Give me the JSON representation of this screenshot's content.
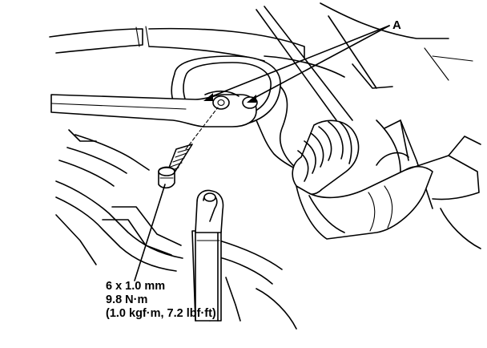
{
  "callout_label": "A",
  "fastener_spec": {
    "size": "6 x 1.0 mm",
    "torque_nm": "9.8 N·m",
    "torque_alt": "(1.0 kgf·m, 7.2 lbf·ft)"
  }
}
